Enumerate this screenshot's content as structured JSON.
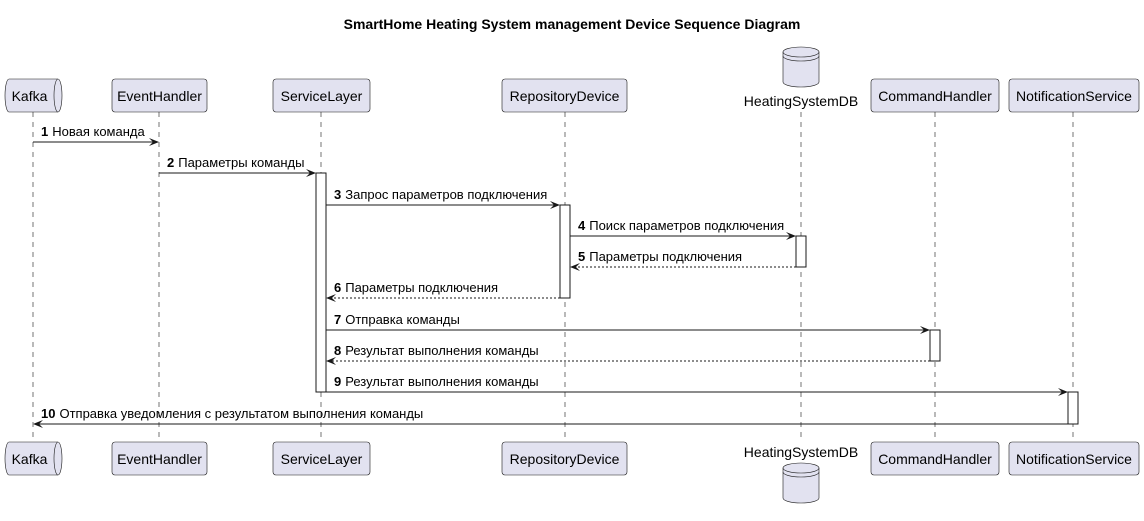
{
  "diagram": {
    "title": "SmartHome Heating System management Device Sequence Diagram",
    "participants": [
      {
        "id": "kafka",
        "label": "Kafka",
        "shape": "queue"
      },
      {
        "id": "eventhandler",
        "label": "EventHandler",
        "shape": "participant"
      },
      {
        "id": "servicelayer",
        "label": "ServiceLayer",
        "shape": "participant"
      },
      {
        "id": "repositorydevice",
        "label": "RepositoryDevice",
        "shape": "participant"
      },
      {
        "id": "heatingsystemdb",
        "label": "HeatingSystemDB",
        "shape": "database"
      },
      {
        "id": "commandhandler",
        "label": "CommandHandler",
        "shape": "participant"
      },
      {
        "id": "notificationservice",
        "label": "NotificationService",
        "shape": "participant"
      }
    ],
    "messages": [
      {
        "num": "1",
        "text": "Новая команда",
        "from": "kafka",
        "to": "eventhandler",
        "style": "solid"
      },
      {
        "num": "2",
        "text": "Параметры команды",
        "from": "eventhandler",
        "to": "servicelayer",
        "style": "solid"
      },
      {
        "num": "3",
        "text": "Запрос параметров подключения",
        "from": "servicelayer",
        "to": "repositorydevice",
        "style": "solid"
      },
      {
        "num": "4",
        "text": "Поиск параметров подключения",
        "from": "repositorydevice",
        "to": "heatingsystemdb",
        "style": "solid"
      },
      {
        "num": "5",
        "text": "Параметры подключения",
        "from": "heatingsystemdb",
        "to": "repositorydevice",
        "style": "dashed"
      },
      {
        "num": "6",
        "text": "Параметры подключения",
        "from": "repositorydevice",
        "to": "servicelayer",
        "style": "dashed"
      },
      {
        "num": "7",
        "text": "Отправка команды",
        "from": "servicelayer",
        "to": "commandhandler",
        "style": "solid"
      },
      {
        "num": "8",
        "text": "Результат выполнения команды",
        "from": "commandhandler",
        "to": "servicelayer",
        "style": "dashed"
      },
      {
        "num": "9",
        "text": "Результат выполнения команды",
        "from": "servicelayer",
        "to": "notificationservice",
        "style": "solid"
      },
      {
        "num": "10",
        "text": "Отправка уведомления с результатом выполнения команды",
        "from": "notificationservice",
        "to": "kafka",
        "style": "solid"
      }
    ],
    "colors": {
      "participant_fill": "#E2E2F0",
      "line": "#181818",
      "activation_fill": "#FFFFFF"
    }
  }
}
